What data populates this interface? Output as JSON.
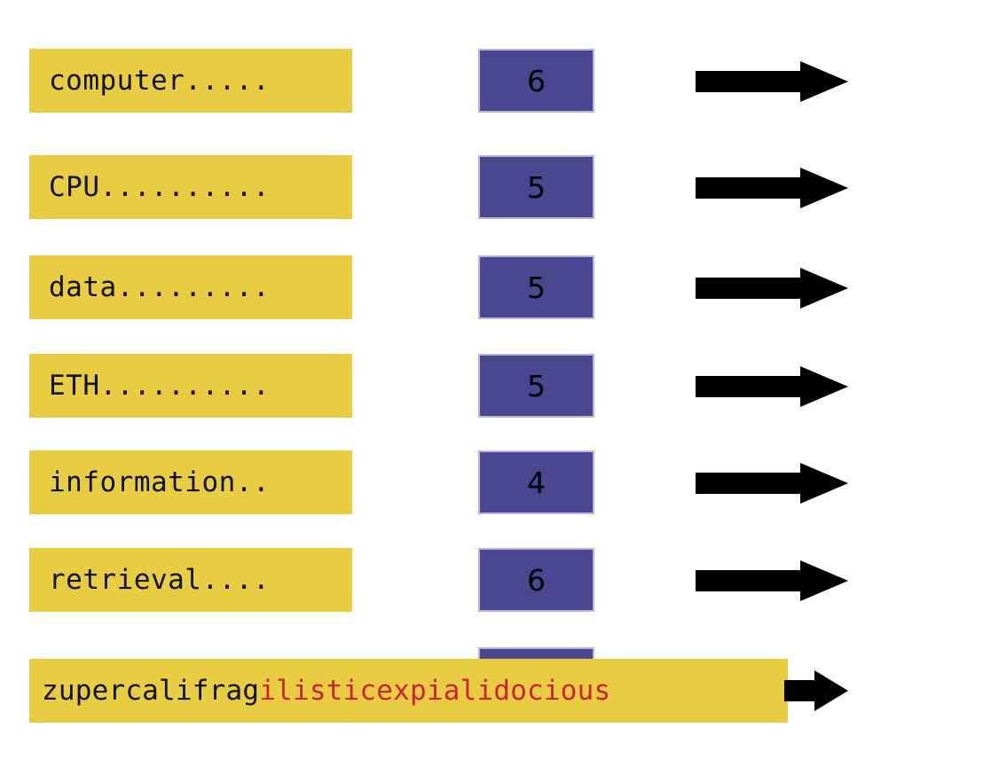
{
  "colors": {
    "term_bar": "#e8cc41",
    "count_box": "#4a4790",
    "count_box_border": "#b9b6dd",
    "arrow": "#000000",
    "overflow_tail_text": "#cc2233",
    "text": "#111111",
    "background": "#ffffff"
  },
  "rows": [
    {
      "term": "computer.....",
      "count": "6",
      "arrow": "right-arrow-icon"
    },
    {
      "term": "CPU..........",
      "count": "5",
      "arrow": "right-arrow-icon"
    },
    {
      "term": "data.........",
      "count": "5",
      "arrow": "right-arrow-icon"
    },
    {
      "term": "ETH..........",
      "count": "5",
      "arrow": "right-arrow-icon"
    },
    {
      "term": "information..",
      "count": "4",
      "arrow": "right-arrow-icon"
    },
    {
      "term": "retrieval....",
      "count": "6",
      "arrow": "right-arrow-icon"
    }
  ],
  "overflow_row": {
    "head": "zupercalifrag",
    "tail": "ilisticexpialidocious",
    "full_text": "zupercalifragilisticexpialidocious",
    "arrow": "right-arrow-icon"
  },
  "chart_data": {
    "type": "bar",
    "title": "",
    "xlabel": "",
    "ylabel": "",
    "categories": [
      "computer",
      "CPU",
      "data",
      "ETH",
      "information",
      "retrieval",
      "zupercalifragilisticexpialidocious"
    ],
    "values": [
      6,
      5,
      5,
      5,
      4,
      6,
      null
    ],
    "labels": [
      "6",
      "5",
      "5",
      "5",
      "4",
      "6",
      ""
    ],
    "legend": [],
    "grid": false,
    "notes": "Hash-table / bucket diagram: left yellow cells hold fixed-width 13-character keys padded with dots, middle blue cells hold the stored count value, black arrows point to the next slot. Final key overflows its fixed-width cell, its excess characters shown in red."
  }
}
